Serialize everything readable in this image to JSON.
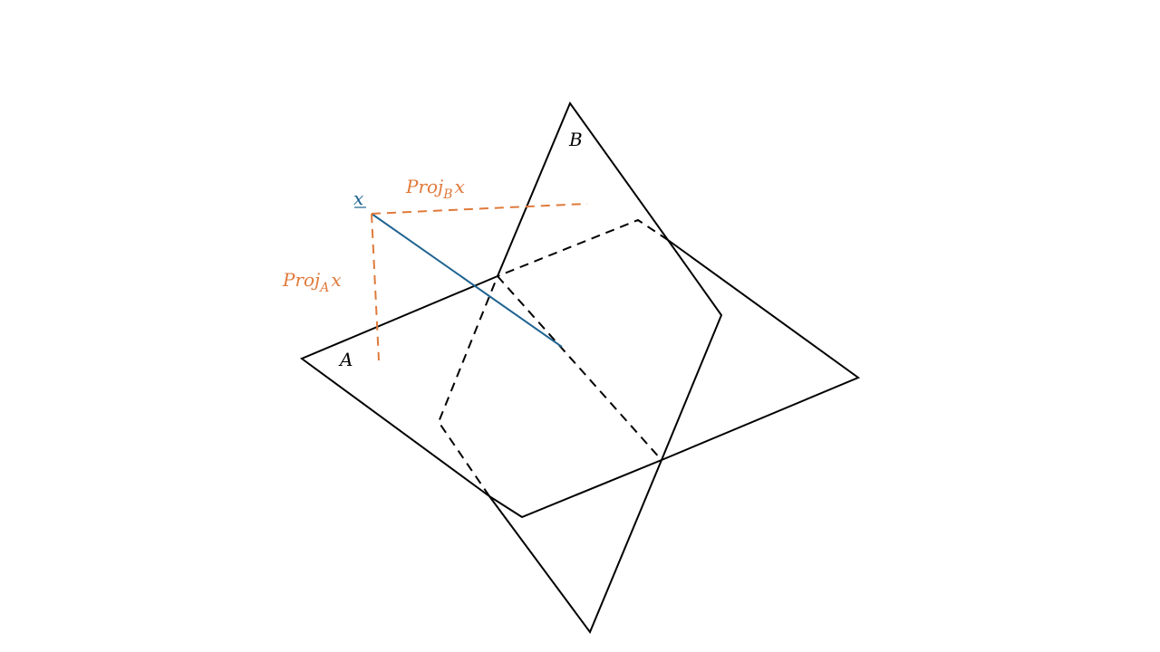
{
  "labels": {
    "plane_a": "A",
    "plane_b": "B",
    "point_x": "x",
    "proj_a": {
      "base": "Proj",
      "sub": "A",
      "tail": "x"
    },
    "proj_b": {
      "base": "Proj",
      "sub": "B",
      "tail": "x"
    }
  },
  "colors": {
    "planes": "#000000",
    "point_vector": "#1f6391",
    "projections": "#e07a3b"
  }
}
